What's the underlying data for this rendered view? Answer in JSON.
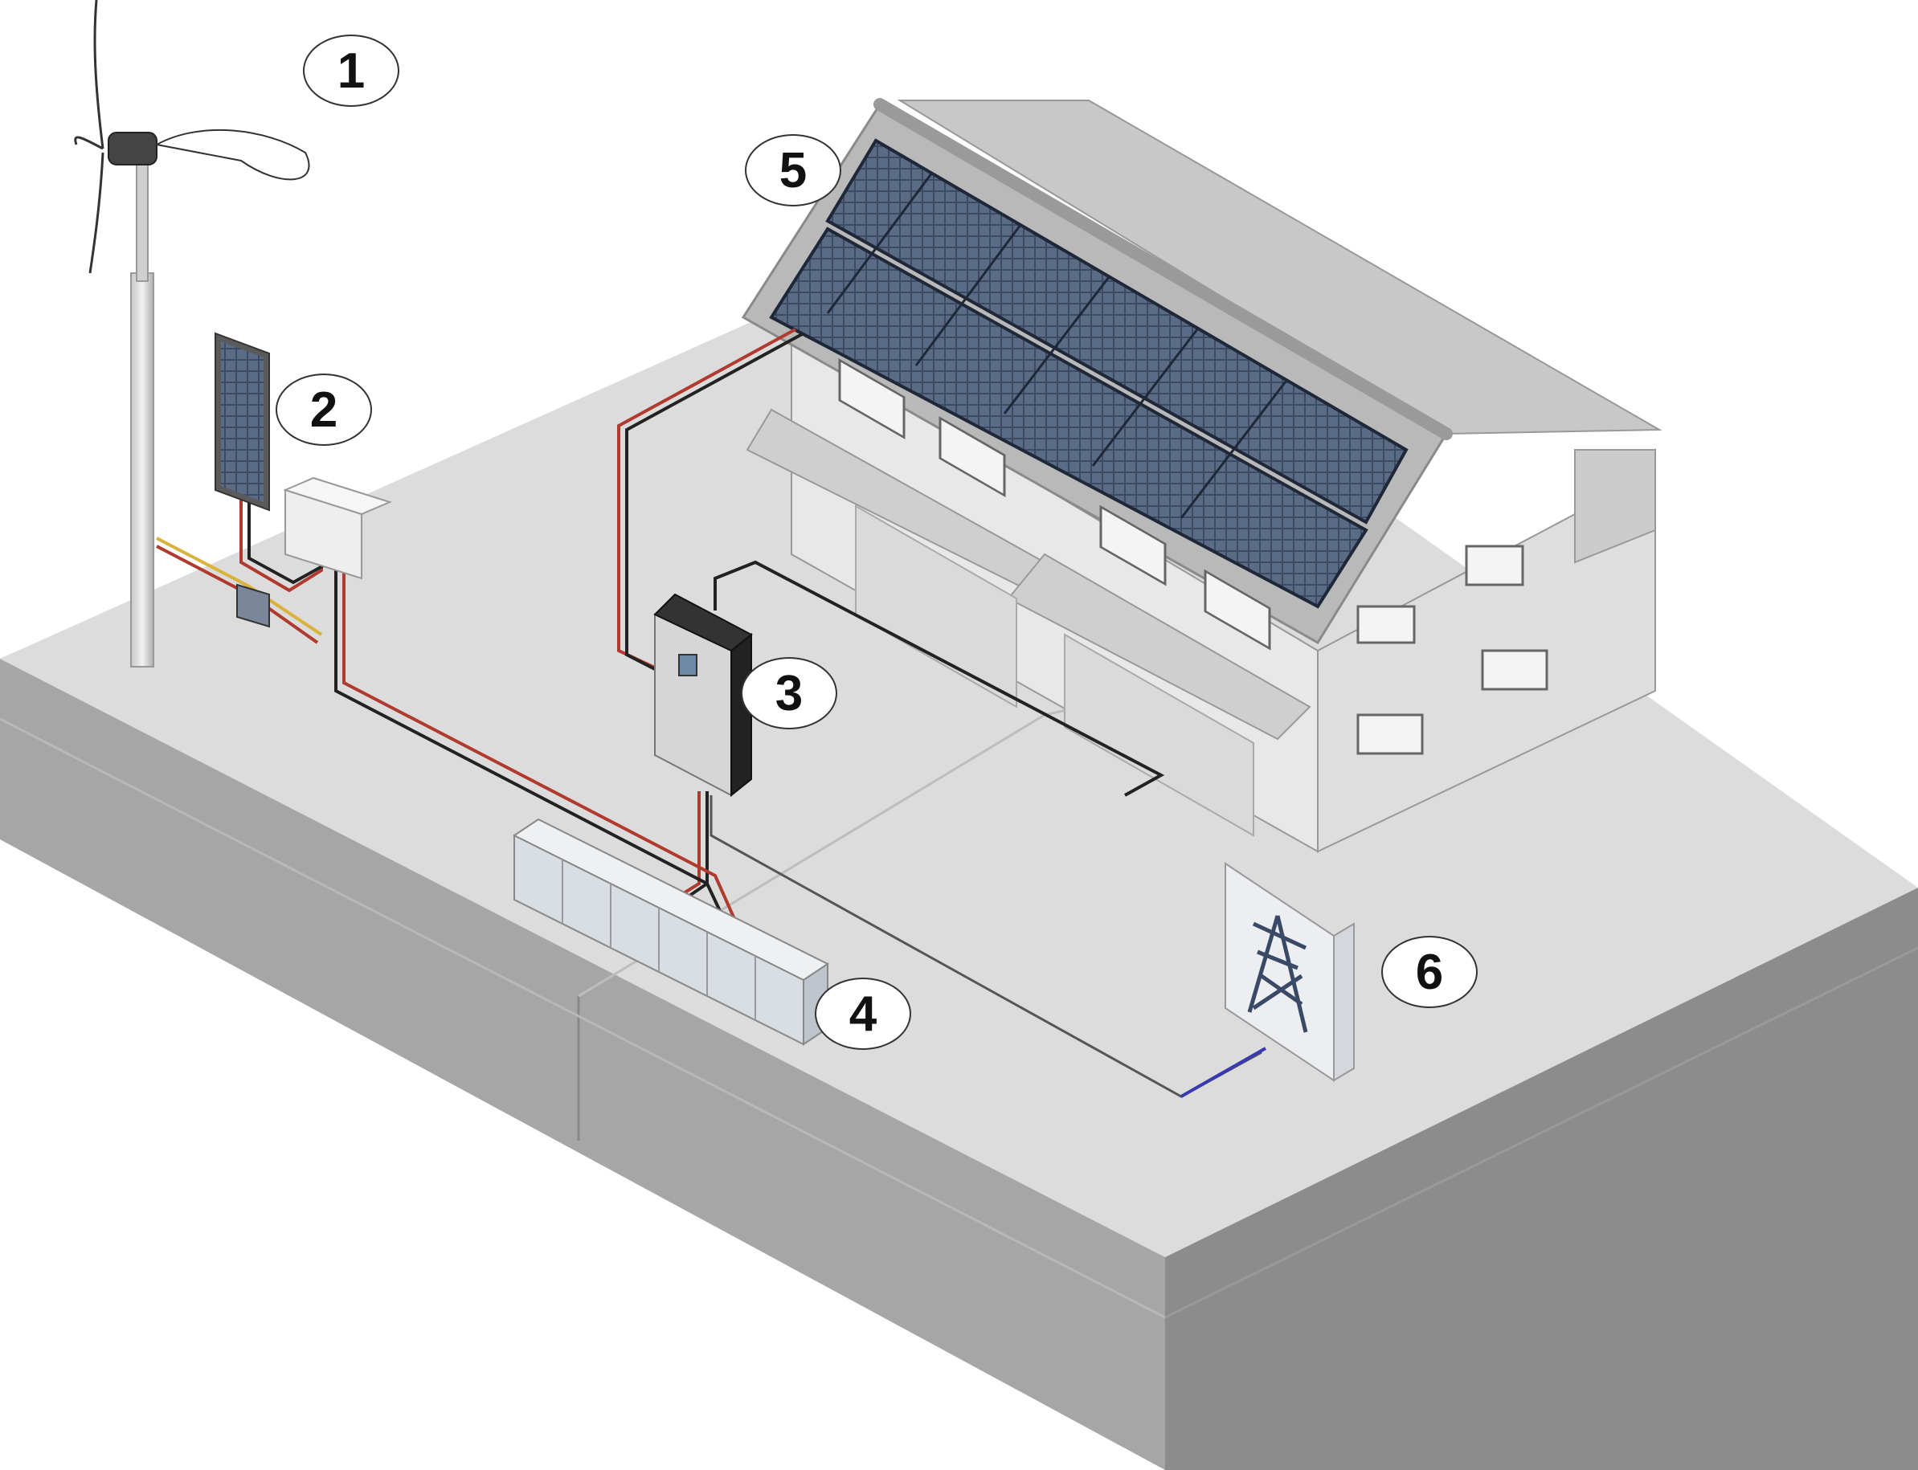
{
  "callouts": [
    {
      "id": "wind-turbine",
      "label": "1"
    },
    {
      "id": "small-solar-panel",
      "label": "2"
    },
    {
      "id": "inverter",
      "label": "3"
    },
    {
      "id": "battery-bank",
      "label": "4"
    },
    {
      "id": "roof-solar-array",
      "label": "5"
    },
    {
      "id": "grid-connection",
      "label": "6"
    }
  ],
  "colors": {
    "ground_top": "#d9d9d9",
    "ground_left": "#a9a9a9",
    "ground_right": "#8a8a8a",
    "house_wall": "#e2e2e2",
    "roof": "#c4c4c4",
    "panel": "#37465c",
    "cable_red": "#b03a2e",
    "cable_black": "#222222",
    "cable_yellow": "#d8b23a",
    "cable_blue": "#3a3ab0"
  }
}
